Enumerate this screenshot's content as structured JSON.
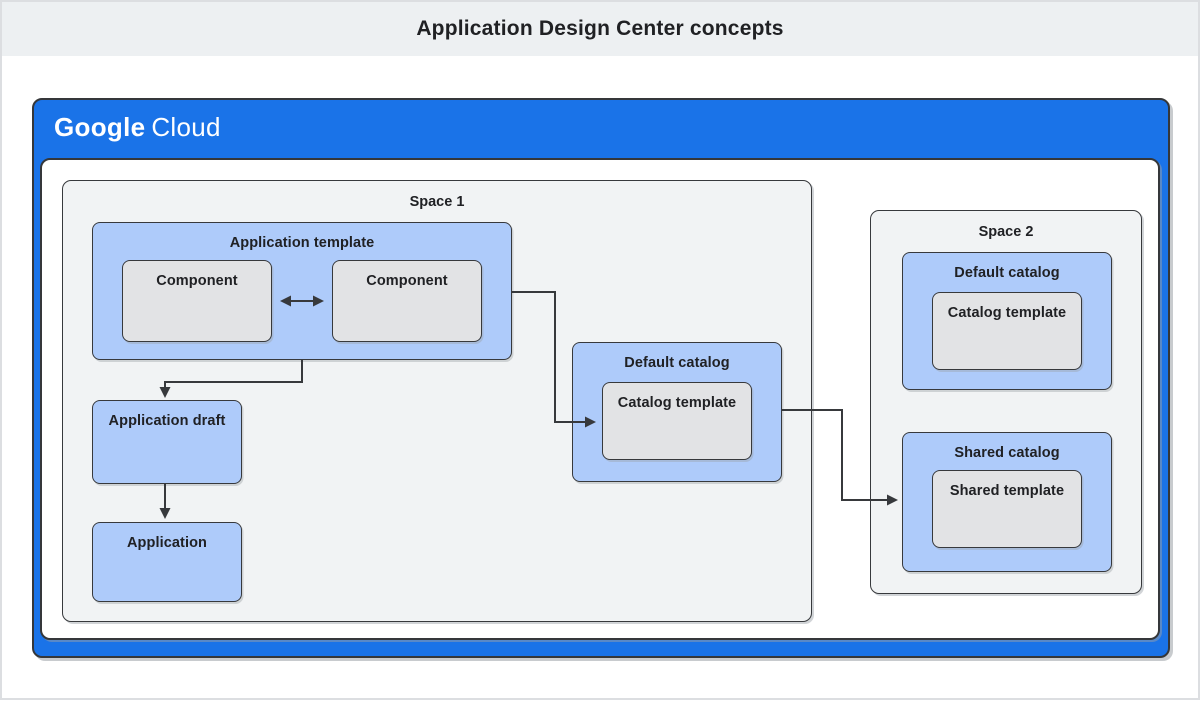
{
  "title": "Application Design Center concepts",
  "brand": {
    "google": "Google",
    "cloud": "Cloud"
  },
  "spaces": {
    "space1": {
      "label": "Space 1",
      "application_template": {
        "label": "Application template",
        "components": [
          "Component",
          "Component"
        ]
      },
      "application_draft": {
        "label": "Application draft"
      },
      "application": {
        "label": "Application"
      },
      "default_catalog": {
        "label": "Default catalog",
        "catalog_template": "Catalog template"
      }
    },
    "space2": {
      "label": "Space 2",
      "default_catalog": {
        "label": "Default catalog",
        "catalog_template": "Catalog template"
      },
      "shared_catalog": {
        "label": "Shared catalog",
        "shared_template": "Shared template"
      }
    }
  },
  "colors": {
    "google_blue": "#1a73e8",
    "node_blue": "#aecbfa",
    "node_gray": "#e2e3e5",
    "space_background": "#f1f3f4",
    "title_background": "#edf0f2",
    "border": "#37393c",
    "text": "#202124"
  }
}
